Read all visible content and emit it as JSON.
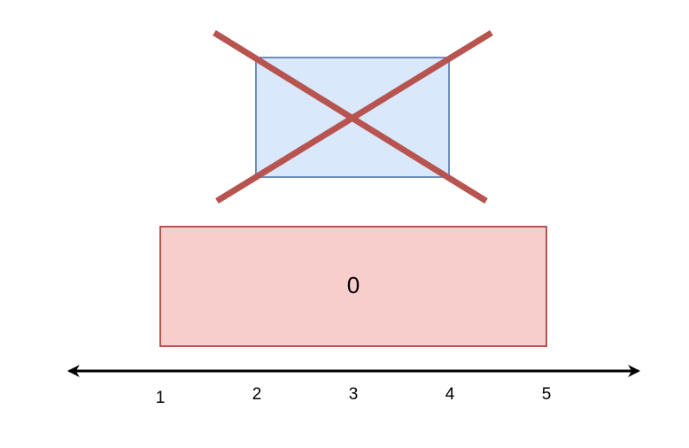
{
  "diagram": {
    "center_label": "0",
    "axis_tick_labels": [
      "1",
      "2",
      "3",
      "4",
      "5"
    ],
    "colors": {
      "top_box_fill": "#dae8fc",
      "top_box_stroke": "#6c8ebf",
      "cross_stroke": "#b85450",
      "bottom_box_fill": "#f8cecc",
      "bottom_box_stroke": "#b85450",
      "axis_stroke": "#000000"
    }
  }
}
